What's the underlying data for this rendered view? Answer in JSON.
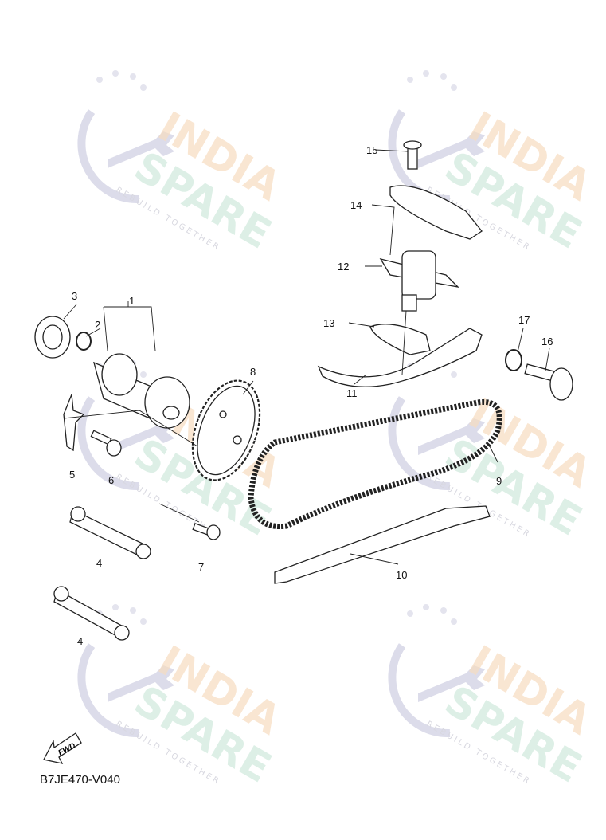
{
  "diagram_code": "B7JE470-V040",
  "fwd_label": "FWD",
  "watermark": {
    "line1": "INDIA",
    "line2": "SPARE",
    "tagline": "REBUILD TOGETHER",
    "colors": {
      "india": "#f5c99a",
      "spare": "#9fd4b8",
      "logo": "#c9c9dd"
    }
  },
  "callouts": [
    "1",
    "2",
    "3",
    "4",
    "4",
    "5",
    "6",
    "7",
    "8",
    "9",
    "10",
    "11",
    "12",
    "13",
    "14",
    "15",
    "16",
    "17"
  ]
}
